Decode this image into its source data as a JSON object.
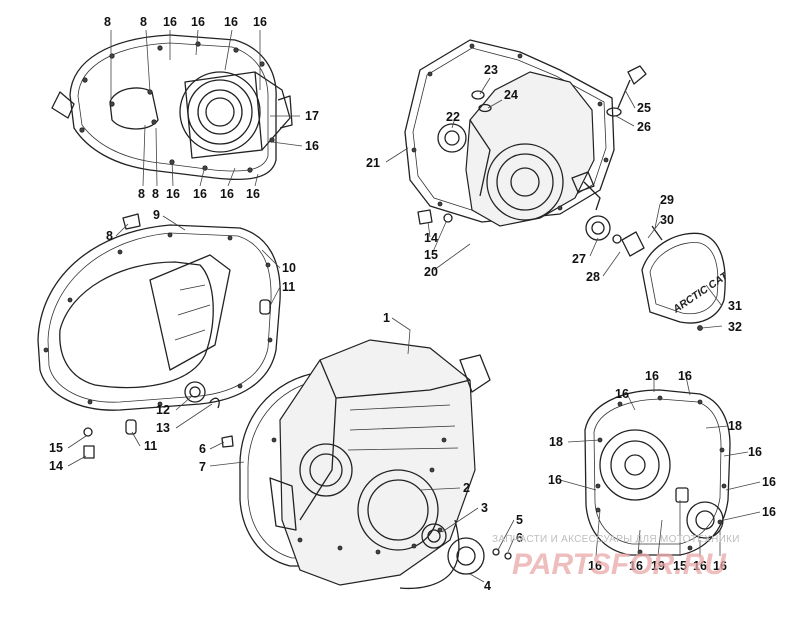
{
  "labels": [
    {
      "id": "l8a",
      "text": "8"
    },
    {
      "id": "l16a",
      "text": "16"
    },
    {
      "id": "l8b",
      "text": "8"
    },
    {
      "id": "l16b",
      "text": "16"
    },
    {
      "id": "l16c",
      "text": "16"
    },
    {
      "id": "l16d",
      "text": "16"
    },
    {
      "id": "l17",
      "text": "17"
    },
    {
      "id": "l16e",
      "text": "16"
    },
    {
      "id": "l8c",
      "text": "8"
    },
    {
      "id": "l8d",
      "text": "8"
    },
    {
      "id": "l16f",
      "text": "16"
    },
    {
      "id": "l16g",
      "text": "16"
    },
    {
      "id": "l16h",
      "text": "16"
    },
    {
      "id": "l16i",
      "text": "16"
    },
    {
      "id": "l23",
      "text": "23"
    },
    {
      "id": "l24",
      "text": "24"
    },
    {
      "id": "l22",
      "text": "22"
    },
    {
      "id": "l25",
      "text": "25"
    },
    {
      "id": "l26",
      "text": "26"
    },
    {
      "id": "l21",
      "text": "21"
    },
    {
      "id": "l29",
      "text": "29"
    },
    {
      "id": "l30",
      "text": "30"
    },
    {
      "id": "l14a",
      "text": "14"
    },
    {
      "id": "l15a",
      "text": "15"
    },
    {
      "id": "l20",
      "text": "20"
    },
    {
      "id": "l27",
      "text": "27"
    },
    {
      "id": "l28",
      "text": "28"
    },
    {
      "id": "l31",
      "text": "31"
    },
    {
      "id": "l32",
      "text": "32"
    },
    {
      "id": "l9",
      "text": "9"
    },
    {
      "id": "l8e",
      "text": "8"
    },
    {
      "id": "l10",
      "text": "10"
    },
    {
      "id": "l11a",
      "text": "11"
    },
    {
      "id": "l12",
      "text": "12"
    },
    {
      "id": "l13",
      "text": "13"
    },
    {
      "id": "l11b",
      "text": "11"
    },
    {
      "id": "l15b",
      "text": "15"
    },
    {
      "id": "l14b",
      "text": "14"
    },
    {
      "id": "l6a",
      "text": "6"
    },
    {
      "id": "l7",
      "text": "7"
    },
    {
      "id": "l1",
      "text": "1"
    },
    {
      "id": "l2",
      "text": "2"
    },
    {
      "id": "l3",
      "text": "3"
    },
    {
      "id": "l5",
      "text": "5"
    },
    {
      "id": "l6b",
      "text": "6"
    },
    {
      "id": "l4",
      "text": "4"
    },
    {
      "id": "l16j",
      "text": "16"
    },
    {
      "id": "l16k",
      "text": "16"
    },
    {
      "id": "l16l",
      "text": "16"
    },
    {
      "id": "l18a",
      "text": "18"
    },
    {
      "id": "l18b",
      "text": "18"
    },
    {
      "id": "l16m",
      "text": "16"
    },
    {
      "id": "l16n",
      "text": "16"
    },
    {
      "id": "l16o",
      "text": "16"
    },
    {
      "id": "l16p",
      "text": "16"
    },
    {
      "id": "l16q",
      "text": "16"
    },
    {
      "id": "l16r",
      "text": "16"
    },
    {
      "id": "l19",
      "text": "19"
    },
    {
      "id": "l15c",
      "text": "15"
    },
    {
      "id": "l16s",
      "text": "16"
    },
    {
      "id": "l16t",
      "text": "16"
    }
  ],
  "cover_logo": "ARCTIC CAT",
  "watermark": {
    "text": "ЗАПЧАСТИ И АКСЕССУАРЫ ДЛЯ МОТОТЕХНИКИ",
    "logo": "PARTSFOR.RU"
  }
}
